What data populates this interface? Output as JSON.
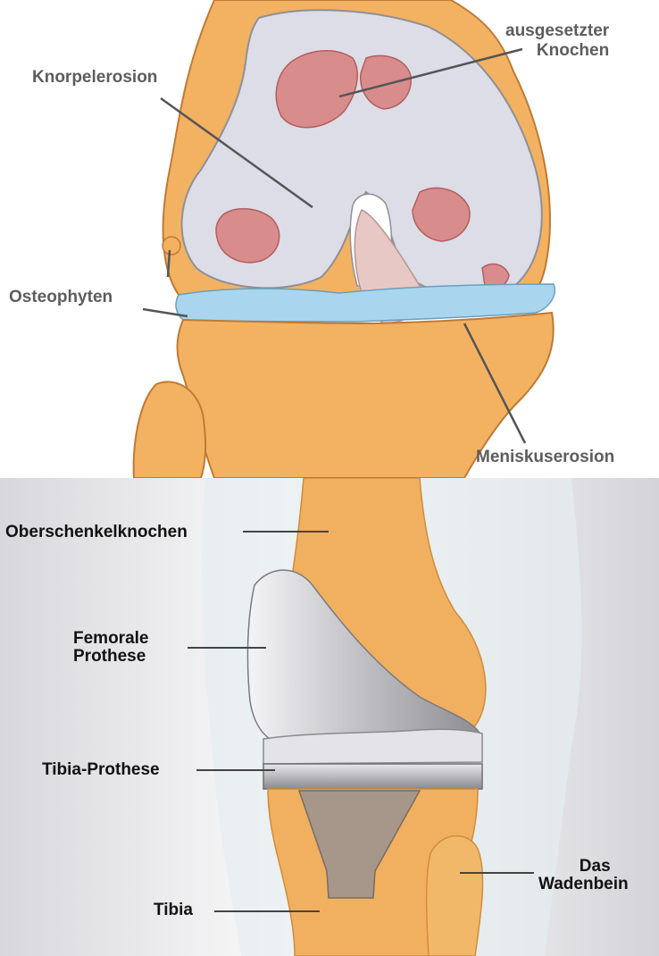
{
  "top_panel": {
    "labels": {
      "exposed_bone": [
        "ausgesetzter",
        "Knochen"
      ],
      "cartilage_erosion": "Knorpelerosion",
      "osteophytes": "Osteophyten",
      "meniscus_erosion": "Meniskuserosion"
    }
  },
  "bottom_panel": {
    "labels": {
      "femur": "Oberschenkelknochen",
      "femoral_prosthesis": [
        "Femorale",
        "Prothese"
      ],
      "tibial_prosthesis": "Tibia-Prothese",
      "tibia": "Tibia",
      "fibula": [
        "Das",
        "Wadenbein"
      ]
    }
  },
  "colors": {
    "bone": "#f3b465",
    "cartilage": "#dcdde6",
    "erosion": "#d88c8c",
    "meniscus": "#a9d6ee",
    "metal": "#c8c8cc",
    "leader_line": "#555555"
  }
}
